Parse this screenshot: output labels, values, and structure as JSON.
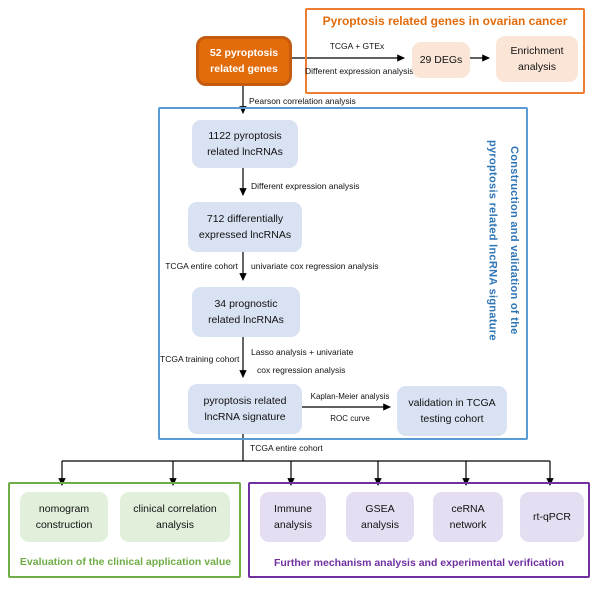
{
  "source_node": {
    "label": "52 pyroptosis related genes"
  },
  "top_panel": {
    "title": "Pyroptosis related genes in ovarian cancer",
    "arrow_top_label": "TCGA + GTEx",
    "arrow_bottom_label": "Different expression analysis",
    "degs_box": "29 DEGs",
    "enrichment_box": "Enrichment analysis"
  },
  "main_panel": {
    "title": "Construction and validation of the pyroptosis related lncRNA signature",
    "pearson_label": "Pearson correlation analysis",
    "lncrna_box": "1122 pyroptosis related lncRNAs",
    "diff_expr_label": "Different expression analysis",
    "diff_box": "712 differentially expressed lncRNAs",
    "entire_cohort_label": "TCGA entire cohort",
    "univariate_label": "univariate cox regression analysis",
    "prognostic_box": "34 prognostic related lncRNAs",
    "training_cohort_label": "TCGA training cohort",
    "lasso_label_line1": "Lasso analysis + univariate",
    "lasso_label_line2": "cox regression analysis",
    "signature_box": "pyroptosis related lncRNA signature",
    "km_label": "Kaplan-Meier analysis",
    "roc_label": "ROC curve",
    "validation_box": "validation in TCGA testing cohort"
  },
  "bottom_section": {
    "entire_cohort_label": "TCGA entire cohort",
    "green_panel": {
      "title": "Evaluation of the clinical application value",
      "boxes": [
        "nomogram construction",
        "clinical correlation analysis"
      ]
    },
    "purple_panel": {
      "title": "Further mechanism analysis and experimental verification",
      "boxes": [
        "Immune analysis",
        "GSEA analysis",
        "ceRNA network",
        "rt-qPCR"
      ]
    }
  },
  "colors": {
    "orange_dark": "#e26b0a",
    "orange_border": "#c55a11",
    "peach_fill": "#fbe5d6",
    "blue_border": "#5b9bd5",
    "blue_text": "#2e75b6",
    "blue_fill": "#d9e2f3",
    "green_border": "#70ad47",
    "green_fill": "#e2efda",
    "purple_border": "#7030a0",
    "purple_fill": "#e5ddf1",
    "arrow": "#000000"
  }
}
